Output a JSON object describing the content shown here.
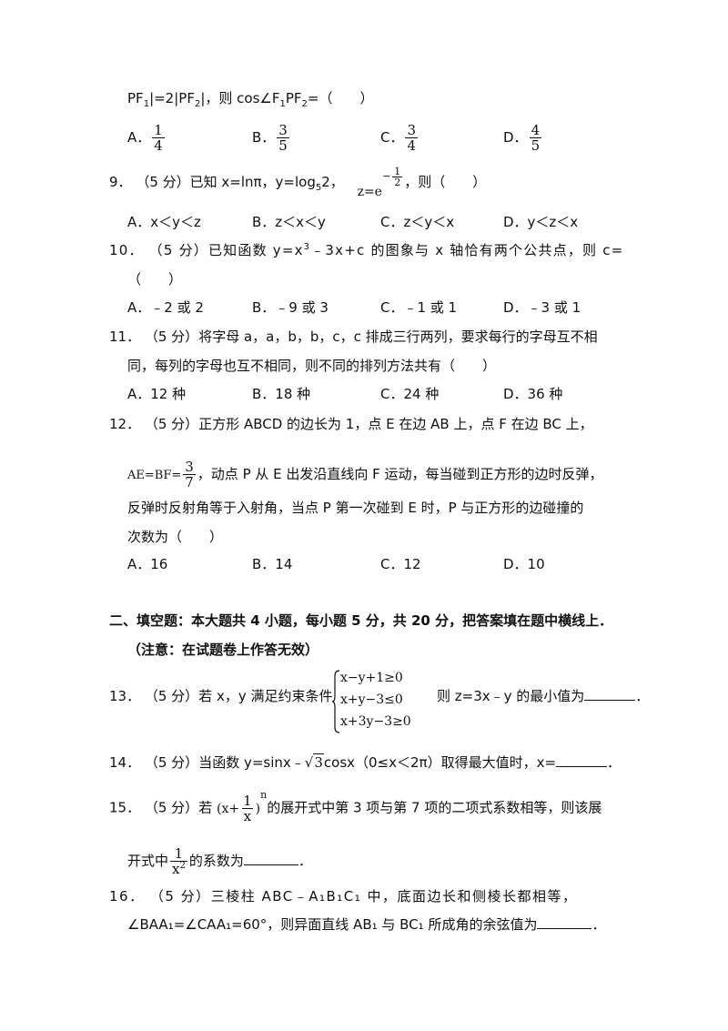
{
  "q8": {
    "line_pre": "PF",
    "sub1": "1",
    "line_mid": "|=2|PF",
    "sub2": "2",
    "line_post": "|，则 cos∠F",
    "sub3": "1",
    "line_p": "PF",
    "sub4": "2",
    "line_end": "=（　　）",
    "options": [
      {
        "label": "A．",
        "num": "1",
        "den": "4"
      },
      {
        "label": "B．",
        "num": "3",
        "den": "5"
      },
      {
        "label": "C．",
        "num": "3",
        "den": "4"
      },
      {
        "label": "D．",
        "num": "4",
        "den": "5"
      }
    ]
  },
  "q9": {
    "number": "9．",
    "score": "（5 分）",
    "text_a": "已知 x=lnπ，y=log",
    "sub": "5",
    "text_b": "2，",
    "z_text": "z=e",
    "exp_num": "1",
    "exp_den": "2",
    "text_c": "，则（　　）",
    "options": [
      "A．x＜y＜z",
      "B．z＜x＜y",
      "C．z＜y＜x",
      "D．y＜z＜x"
    ]
  },
  "q10": {
    "number": "10．",
    "score": "（5 分）",
    "text_a": "已知函数 y=x",
    "sup": "3",
    "text_b": "﹣3x+c 的图象与 x 轴恰有两个公共点，则 c=",
    "text_c": "（　　）",
    "options": [
      "A．﹣2 或 2",
      "B．﹣9 或 3",
      "C．﹣1 或 1",
      "D．﹣3 或 1"
    ]
  },
  "q11": {
    "number": "11．",
    "score": "（5 分）",
    "text_a": "将字母 a，a，b，b，c，c 排成三行两列，要求每行的字母互不相",
    "text_b": "同，每列的字母也互不相同，则不同的排列方法共有（　　）",
    "options": [
      "A．12 种",
      "B．18 种",
      "C．24 种",
      "D．36 种"
    ]
  },
  "q12": {
    "number": "12．",
    "score": "（5 分）",
    "text_a": "正方形 ABCD 的边长为 1，点 E 在边 AB 上，点 F 在边 BC 上，",
    "ae_text": "AE=BF=",
    "frac_num": "3",
    "frac_den": "7",
    "text_b": "，动点 P 从 E 出发沿直线向 F 运动，每当碰到正方形的边时反弹，",
    "text_c": "反弹时反射角等于入射角，当点 P 第一次碰到 E 时，P 与正方形的边碰撞的",
    "text_d": "次数为（　　）",
    "options": [
      "A．16",
      "B．14",
      "C．12",
      "D．10"
    ]
  },
  "section2": {
    "title": "二、填空题：本大题共 4 小题，每小题 5 分，共 20 分，把答案填在题中横线上．",
    "note": "（注意：在试题卷上作答无效）"
  },
  "q13": {
    "number": "13．",
    "score": "（5 分）",
    "text_a": "若 x，y 满足约束条件",
    "constraints": [
      "x−y+1≥0",
      "x+y−3≤0",
      "x+3y−3≥0"
    ],
    "text_b": "则 z=3x﹣y 的最小值为",
    "end": "．"
  },
  "q14": {
    "number": "14．",
    "score": "（5 分）",
    "text_a": "当函数 y=sinx﹣",
    "root": "3",
    "text_b": "cosx（0≤x＜2π）取得最大值时，x=",
    "end": "．"
  },
  "q15": {
    "number": "15．",
    "score": "（5 分）",
    "text_a": "若",
    "expr_a": "(x+",
    "expr_num": "1",
    "expr_den": "x",
    "expr_b": ")",
    "power": "n",
    "text_b": "的展开式中第 3 项与第 7 项的二项式系数相等，则该展",
    "text_c": "开式中",
    "frac_num": "1",
    "frac_den": "x",
    "frac_sup": "2",
    "text_d": "的系数为",
    "end": "．"
  },
  "q16": {
    "number": "16．",
    "score": "（5 分）",
    "text_a": "三棱柱 ABC﹣A₁B₁C₁ 中，底面边长和侧棱长都相等，",
    "text_b": "∠BAA₁=∠CAA₁=60°，则异面直线 AB₁ 与 BC₁ 所成角的余弦值为",
    "end": "．"
  }
}
